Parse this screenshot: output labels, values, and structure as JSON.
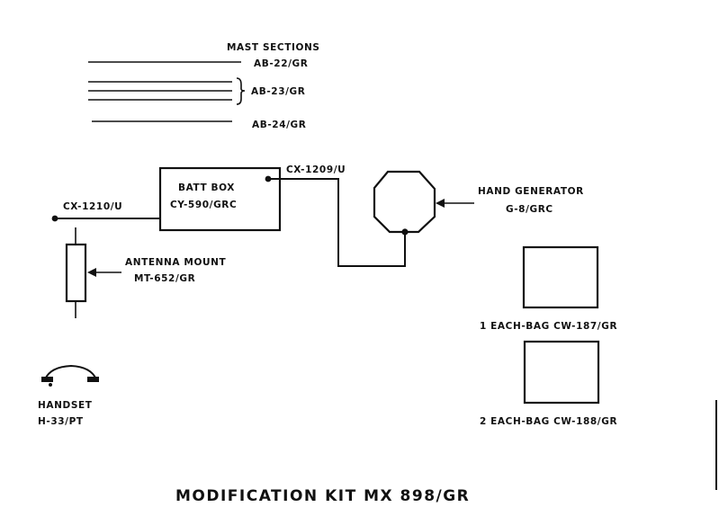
{
  "mast": {
    "header": "MAST SECTIONS",
    "ab22": "AB-22/GR",
    "ab23": "AB-23/GR",
    "ab24": "AB-24/GR"
  },
  "cables": {
    "cx1209": "CX-1209/U",
    "cx1210": "CX-1210/U"
  },
  "batt_box": {
    "line1": "BATT BOX",
    "line2": "CY-590/GRC"
  },
  "hand_generator": {
    "line1": "HAND GENERATOR",
    "line2": "G-8/GRC"
  },
  "antenna_mount": {
    "line1": "ANTENNA MOUNT",
    "line2": "MT-652/GR"
  },
  "bags": {
    "bag1": "1 EACH-BAG CW-187/GR",
    "bag2": "2 EACH-BAG CW-188/GR"
  },
  "handset": {
    "line1": "HANDSET",
    "line2": "H-33/PT"
  },
  "title": "MODIFICATION KIT MX 898/GR"
}
